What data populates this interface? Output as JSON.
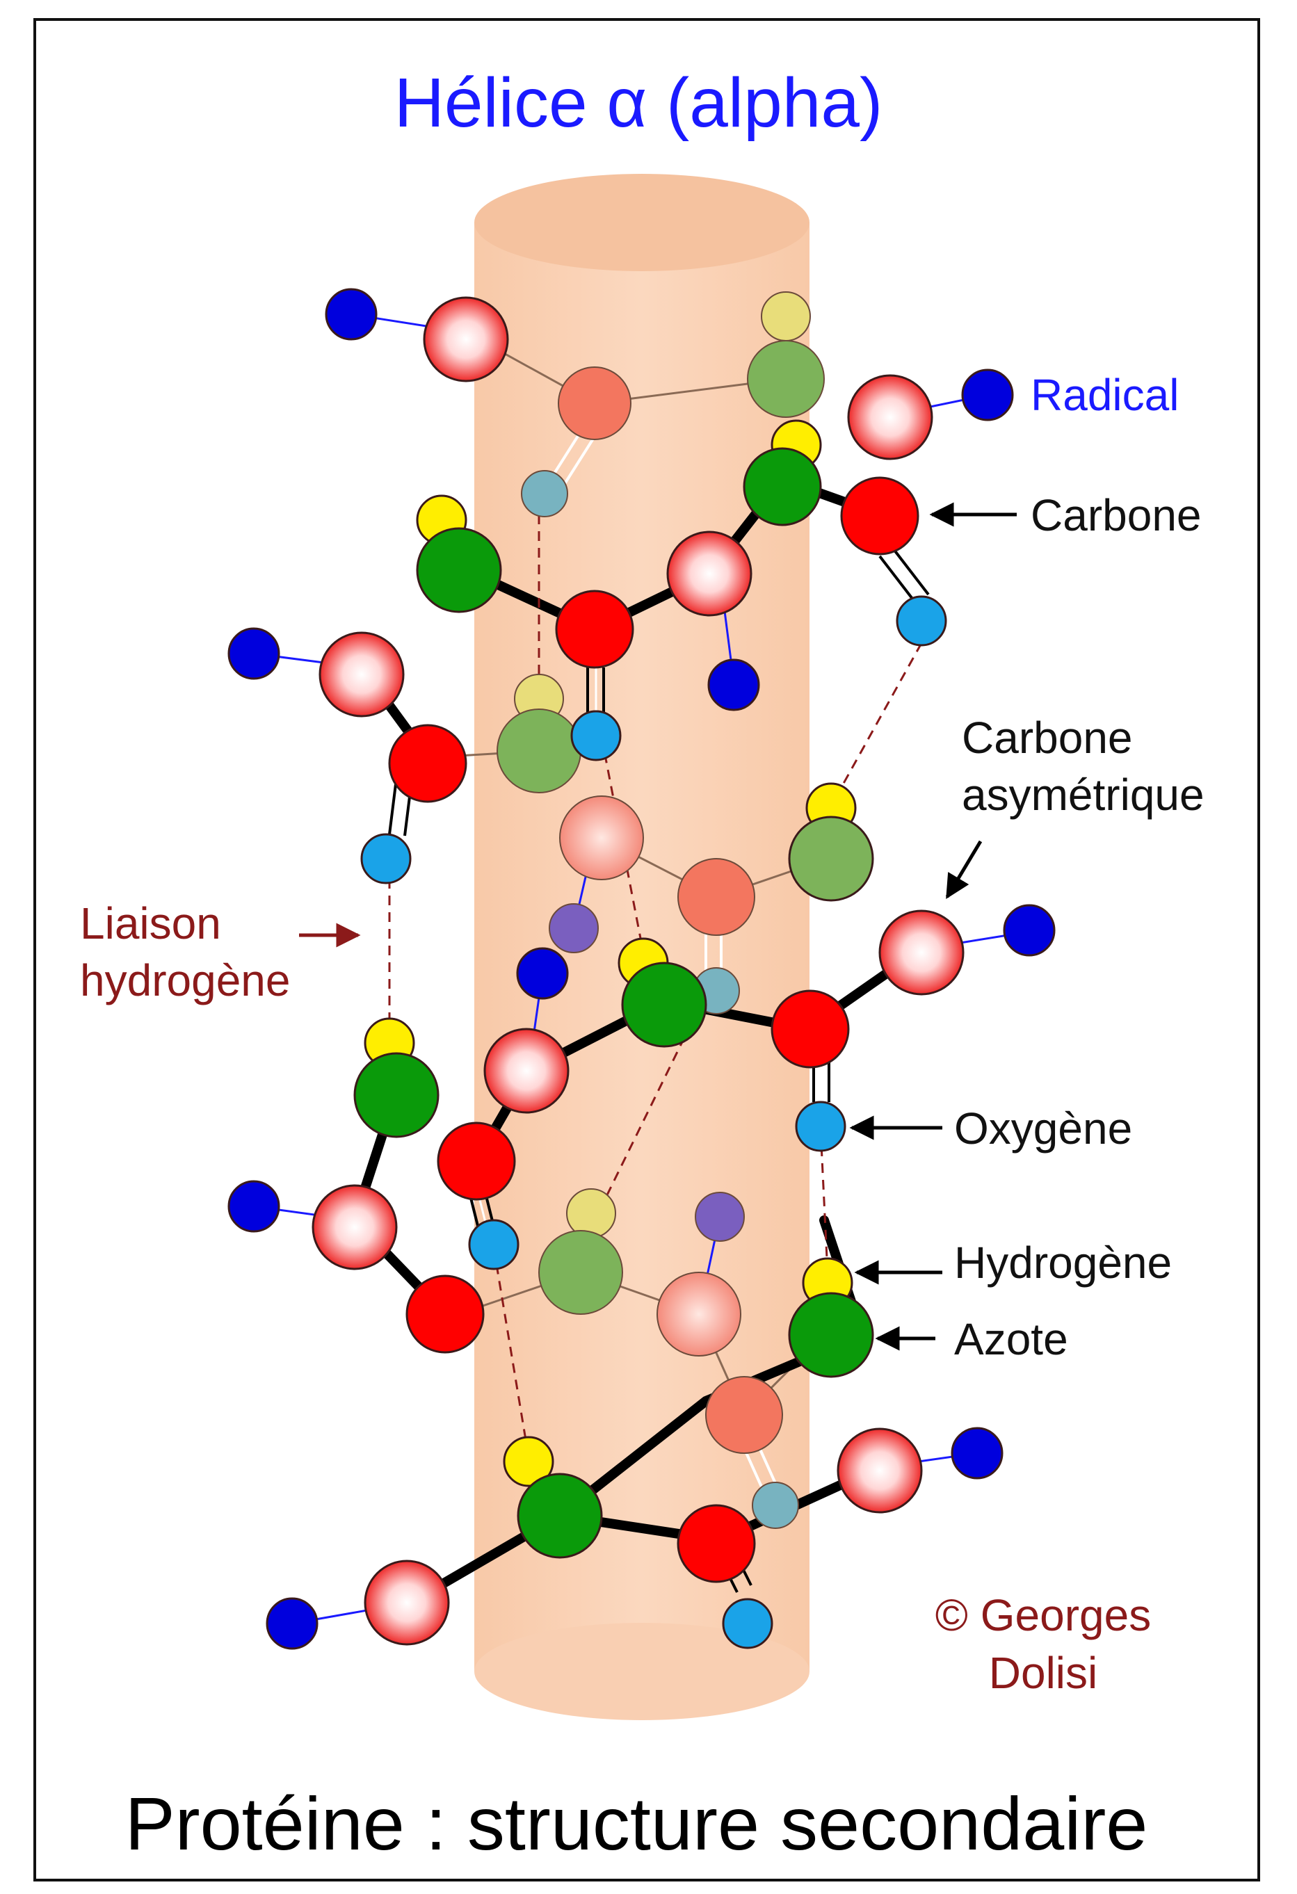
{
  "title": "Hélice α (alpha)",
  "subtitle": "Protéine : structure secondaire",
  "copyright": [
    "© Georges",
    "Dolisi"
  ],
  "labels": {
    "radical": "Radical",
    "carbone": "Carbone",
    "carbone_asym": [
      "Carbone",
      "asymétrique"
    ],
    "liaison": [
      "Liaison",
      "hydrogène"
    ],
    "oxygene": "Oxygène",
    "hydrogene": "Hydrogène",
    "azote": "Azote"
  },
  "colors": {
    "title": "#1a1aff",
    "radical_label": "#1a1aff",
    "liaison_label": "#8b1a1a",
    "copyright": "#8b1a1a",
    "cylinder": "#fbd3b6",
    "cylinder_top": "#f7c8a5",
    "carbon": "#ff0000",
    "asym_carbon": "#ff9a9a",
    "nitrogen": "#0a9a0a",
    "hydrogen": "#ffee00",
    "oxygen": "#1aa3e8",
    "radical": "#0000dd",
    "hbond": "#8b1a1a"
  }
}
